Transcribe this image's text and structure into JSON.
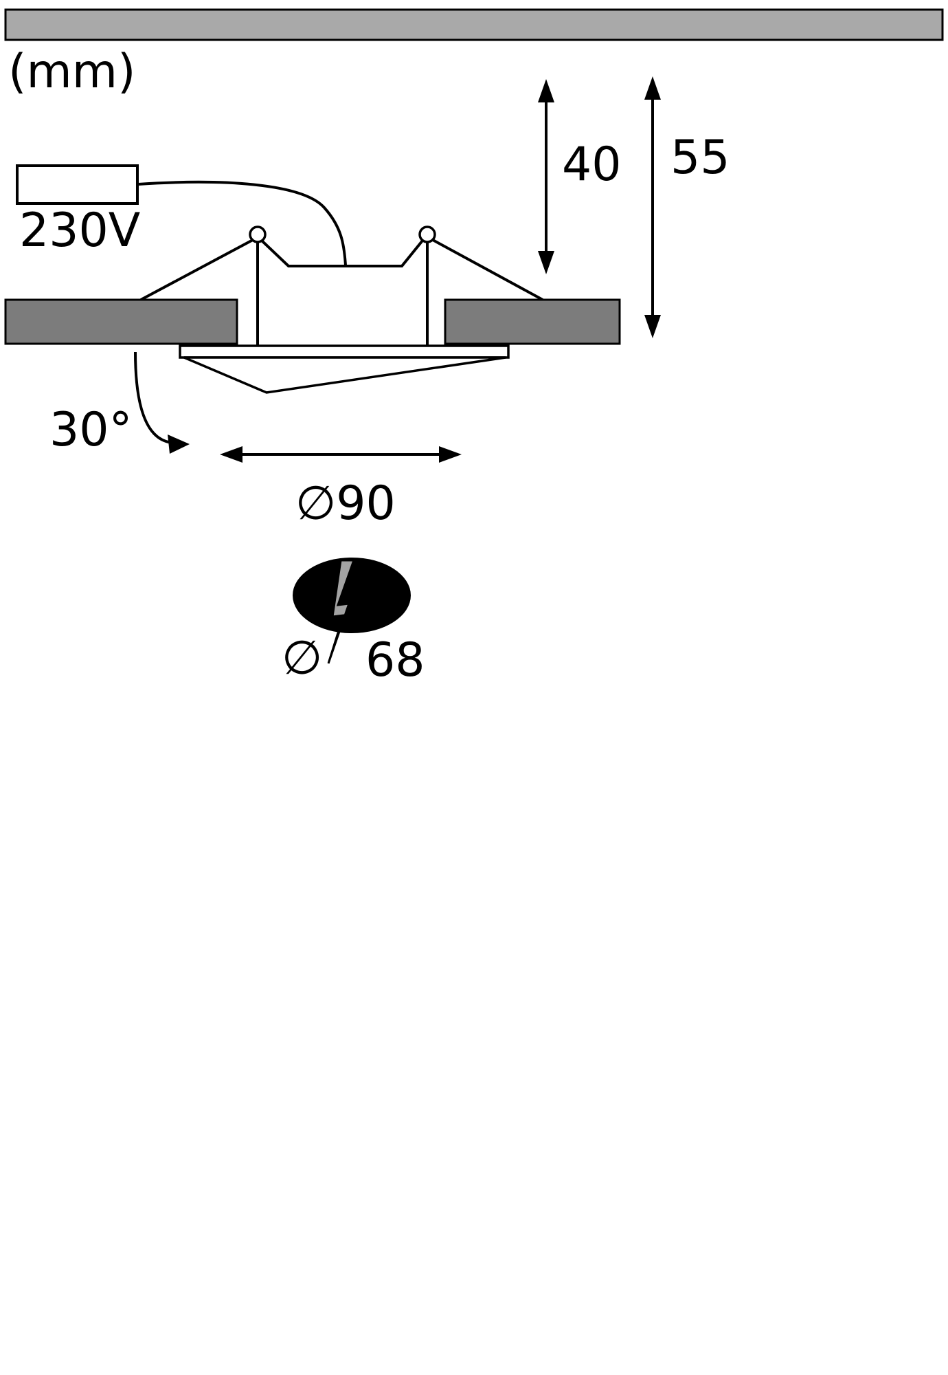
{
  "labels": {
    "unit": "(mm)",
    "voltage": "230V",
    "height_above_ceiling": "40",
    "total_height": "55",
    "tilt_angle": "30°",
    "outer_diameter": "∅90",
    "cutout_symbol": "∅",
    "cutout_value": "68"
  },
  "colors": {
    "background": "#ffffff",
    "ceiling_bar_fill": "#a9a9a9",
    "ceiling_section_fill": "#7c7c7c",
    "line": "#000000",
    "bolt_fill": "#a3a3a3",
    "cutout_fill": "#000000"
  },
  "icons": {
    "lightning_bolt": "lightning-bolt-icon"
  }
}
